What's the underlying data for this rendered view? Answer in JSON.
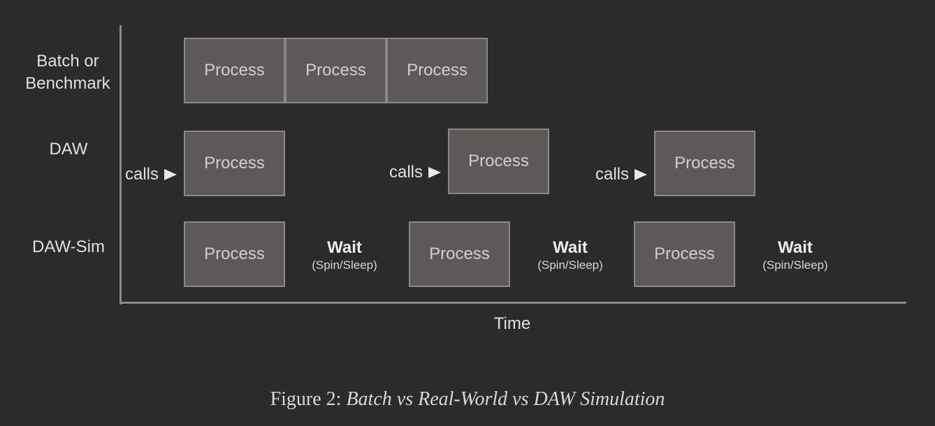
{
  "rows": [
    {
      "label": "Batch or\nBenchmark"
    },
    {
      "label": "DAW"
    },
    {
      "label": "DAW-Sim"
    }
  ],
  "process_label": "Process",
  "calls_label": "calls",
  "wait": {
    "main": "Wait",
    "sub": "(Spin/Sleep)"
  },
  "x_axis_label": "Time",
  "caption": {
    "prefix": "Figure 2: ",
    "title": "Batch vs Real-World vs DAW Simulation"
  },
  "colors": {
    "background": "#2b2b2b",
    "box_fill": "#5e5959",
    "box_border": "#8c8888",
    "axis": "#8a8a8a",
    "text": "#e0e0e0"
  }
}
